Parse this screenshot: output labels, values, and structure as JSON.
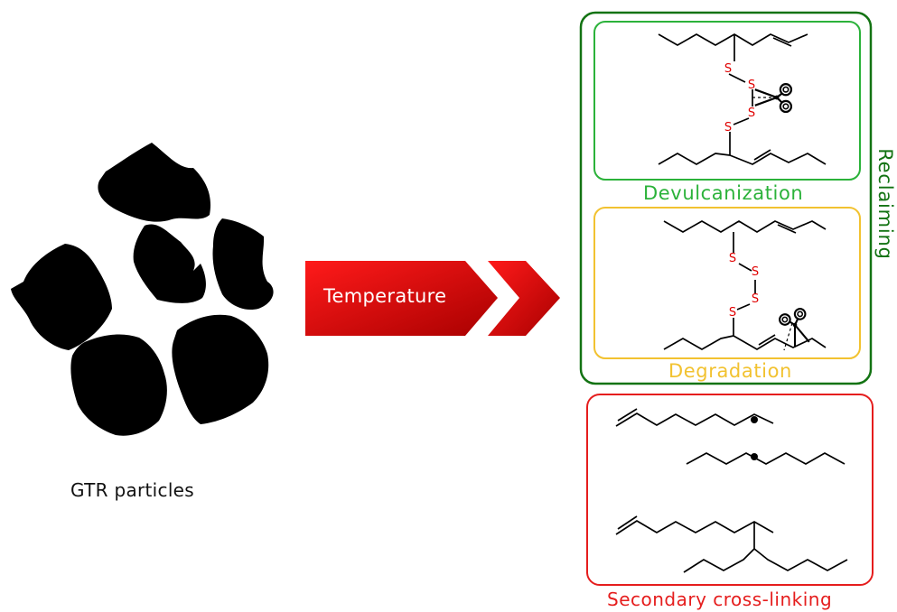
{
  "particles": {
    "label": "GTR particles"
  },
  "process": {
    "label": "Temperature"
  },
  "reclaiming": {
    "label": "Reclaiming",
    "devulcanization": {
      "label": "Devulcanization",
      "sulfur": "S"
    },
    "degradation": {
      "label": "Degradation",
      "sulfur": "S"
    }
  },
  "crosslinking": {
    "label": "Secondary cross-linking"
  },
  "colors": {
    "particle": "#000000",
    "arrow_red": "#e00000",
    "reclaiming_green": "#137313",
    "devulcanization_green": "#2bb23a",
    "degradation_yellow": "#f2c230",
    "crosslinking_red": "#e51d1d",
    "sulfur_red": "#e00000"
  },
  "icons": [
    "scissors-icon",
    "radical-dot-icon"
  ]
}
